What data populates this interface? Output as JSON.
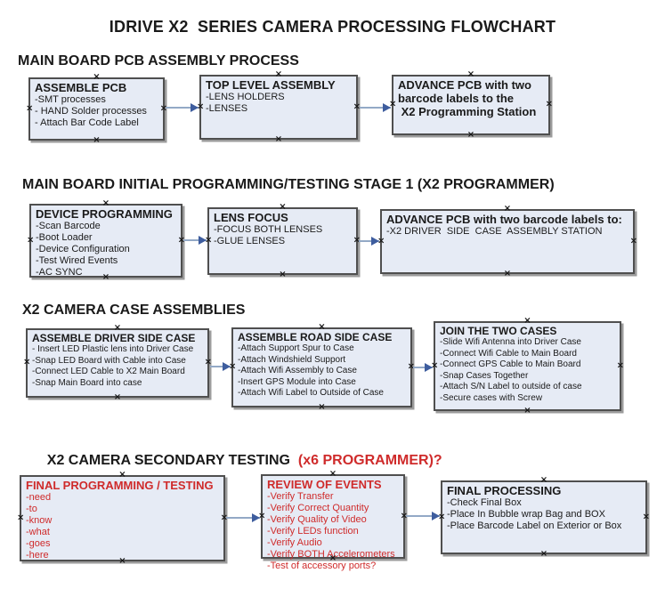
{
  "title": "IDRIVE X2  SERIES CAMERA PROCESSING FLOWCHART",
  "colors": {
    "red": "#cf2b2b",
    "box_fill": "#e6ebf5",
    "box_border": "#4f4f4f",
    "arrow_line": "#93a9c6",
    "arrow_head": "#3e5d9e"
  },
  "icons": {
    "connection_point": "×"
  },
  "sections": [
    {
      "header": "MAIN BOARD PCB ASSEMBLY PROCESS",
      "boxes": [
        {
          "title": "ASSEMBLE PCB",
          "items": [
            "-SMT processes",
            "- HAND Solder processes",
            "- Attach Bar Code Label"
          ]
        },
        {
          "title": "TOP LEVEL ASSEMBLY",
          "items": [
            "-LENS HOLDERS",
            "-LENSES"
          ]
        },
        {
          "title_lines": [
            "ADVANCE PCB with two",
            "barcode labels to the",
            " X2 Programming Station"
          ],
          "items": []
        }
      ]
    },
    {
      "header": "MAIN BOARD INITIAL PROGRAMMING/TESTING STAGE 1 (X2 PROGRAMMER)",
      "boxes": [
        {
          "title": "DEVICE PROGRAMMING",
          "items": [
            "-Scan Barcode",
            "-Boot Loader",
            "-Device Configuration",
            "-Test Wired Events",
            "-AC SYNC"
          ]
        },
        {
          "title": "LENS FOCUS",
          "items": [
            "-FOCUS BOTH LENSES",
            "-GLUE LENSES"
          ]
        },
        {
          "title": "ADVANCE PCB with two barcode labels to:",
          "items": [
            "-X2 DRIVER  SIDE  CASE  ASSEMBLY STATION"
          ]
        }
      ]
    },
    {
      "header": "X2 CAMERA CASE ASSEMBLIES",
      "boxes": [
        {
          "title": "ASSEMBLE DRIVER SIDE CASE",
          "items": [
            "- Insert LED Plastic lens into Driver Case",
            "-Snap LED Board with Cable into Case",
            "-Connect LED Cable to X2 Main Board",
            "-Snap Main Board into case"
          ]
        },
        {
          "title": "ASSEMBLE ROAD SIDE CASE",
          "items": [
            "-Attach Support Spur to Case",
            "-Attach Windshield Support",
            "-Attach Wifi Assembly to Case",
            "-Insert GPS Module into Case",
            "-Attach Wifi Label to Outside of Case"
          ]
        },
        {
          "title": "JOIN THE TWO CASES",
          "items": [
            "-Slide Wifi Antenna into Driver Case",
            "-Connect Wifi Cable to Main Board",
            "-Connect GPS Cable to Main Board",
            "-Snap Cases Together",
            "-Attach S/N Label to outside of case",
            "-Secure cases with Screw"
          ]
        }
      ]
    },
    {
      "header": "X2 CAMERA SECONDARY TESTING ",
      "header_suffix_red": " (x6 PROGRAMMER)?",
      "boxes": [
        {
          "title": "FINAL PROGRAMMING / TESTING",
          "text_color": "red",
          "items": [
            "-need",
            "-to",
            "-know",
            "-what",
            "-goes",
            "-here"
          ]
        },
        {
          "title": "REVIEW OF EVENTS",
          "text_color": "red",
          "items": [
            "-Verify Transfer",
            "-Verify Correct Quantity",
            "-Verify Quality of Video",
            "-Verify LEDs function",
            "-Verify Audio",
            "-Verify BOTH Accelerometers",
            "-Test of accessory ports?"
          ]
        },
        {
          "title": "FINAL PROCESSING",
          "items": [
            "-Check Final Box",
            "-Place In Bubble wrap Bag and BOX",
            "-Place Barcode Label on Exterior or Box"
          ]
        }
      ]
    }
  ],
  "connections": [
    {
      "from": "ASSEMBLE PCB",
      "to": "TOP LEVEL ASSEMBLY"
    },
    {
      "from": "TOP LEVEL ASSEMBLY",
      "to": "ADVANCE PCB with two barcode labels to the X2 Programming Station"
    },
    {
      "from": "DEVICE PROGRAMMING",
      "to": "LENS FOCUS"
    },
    {
      "from": "LENS FOCUS",
      "to": "ADVANCE PCB with two barcode labels to: -X2 DRIVER SIDE CASE ASSEMBLY STATION"
    },
    {
      "from": "ASSEMBLE DRIVER SIDE CASE",
      "to": "ASSEMBLE ROAD SIDE CASE"
    },
    {
      "from": "ASSEMBLE ROAD SIDE CASE",
      "to": "JOIN THE TWO CASES"
    },
    {
      "from": "FINAL PROGRAMMING / TESTING",
      "to": "REVIEW OF EVENTS"
    },
    {
      "from": "REVIEW OF EVENTS",
      "to": "FINAL PROCESSING"
    }
  ]
}
